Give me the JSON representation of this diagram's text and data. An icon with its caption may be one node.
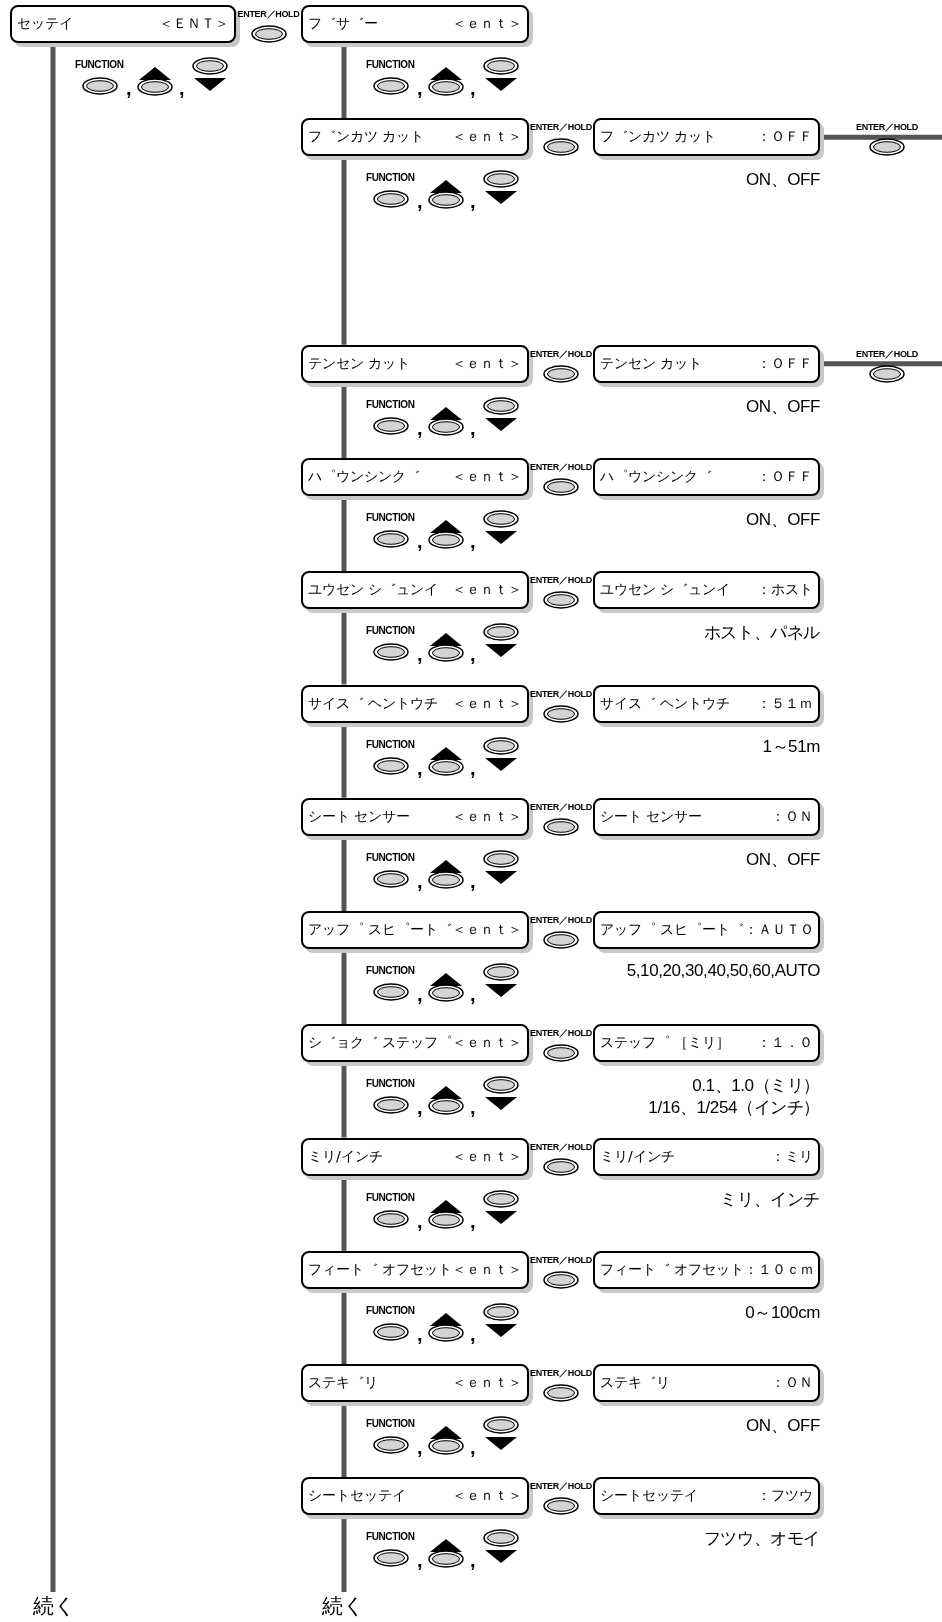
{
  "diagram": {
    "nodes": [
      {
        "text": [
          "セッテイ",
          "＜ＥＮＴ＞"
        ]
      },
      {
        "text": [
          "フ゛サ゛ー",
          "＜ｅｎｔ＞"
        ]
      },
      {
        "text": [
          "フ゛ンカツ カット",
          "＜ｅｎｔ＞"
        ]
      },
      {
        "text": [
          "フ゛ンカツ カット",
          "：ＯＦＦ"
        ],
        "beside": [
          "ON、OFF"
        ]
      },
      {
        "text": [
          "テンセン カット",
          "＜ｅｎｔ＞"
        ]
      },
      {
        "text": [
          "テンセン カット",
          "：ＯＦＦ"
        ],
        "beside": [
          "ON、OFF"
        ]
      },
      {
        "text": [
          "ハ゜ウンシンク゛",
          "＜ｅｎｔ＞"
        ]
      },
      {
        "text": [
          "ハ゜ウンシンク゛",
          "：ＯＦＦ"
        ],
        "beside": [
          "ON、OFF"
        ]
      },
      {
        "text": [
          "ユウセン シ゛ュンイ",
          "＜ｅｎｔ＞"
        ]
      },
      {
        "text": [
          "ユウセン シ゛ュンイ",
          "：ホスト"
        ],
        "beside": [
          "ホスト、パネル"
        ]
      },
      {
        "text": [
          "サイス゛ ヘントウチ",
          "＜ｅｎｔ＞"
        ]
      },
      {
        "text": [
          "サイス゛ ヘントウチ",
          "：５１ｍ"
        ],
        "beside": [
          "1～51m"
        ]
      },
      {
        "text": [
          "シート センサー",
          "＜ｅｎｔ＞"
        ]
      },
      {
        "text": [
          "シート センサー",
          "：ＯＮ"
        ],
        "beside": [
          "ON、OFF"
        ]
      },
      {
        "text": [
          "アッフ゜ スヒ゜ート゛",
          "＜ｅｎｔ＞"
        ]
      },
      {
        "text": [
          "アッフ゜ スヒ゜ート゛",
          "：ＡＵＴＯ"
        ],
        "beside": [
          "5,10,20,30,40,50,60,AUTO"
        ]
      },
      {
        "text": [
          "シ゛ョク゛ ステッフ゜",
          "＜ｅｎｔ＞"
        ]
      },
      {
        "text": [
          "ステッフ゜ ［ミリ］",
          "：１．０"
        ],
        "beside": [
          "0.1、1.0（ミリ）",
          "1/16、1/254（インチ）"
        ]
      },
      {
        "text": [
          "ミリ/インチ",
          "＜ｅｎｔ＞"
        ]
      },
      {
        "text": [
          "ミリ/インチ",
          "：ミリ"
        ],
        "beside": [
          "ミリ、インチ"
        ]
      },
      {
        "text": [
          "フィート゛ オフセット",
          "＜ｅｎｔ＞"
        ]
      },
      {
        "text": [
          "フィート゛ オフセット：",
          "１０ｃｍ"
        ],
        "beside": [
          "0～100cm"
        ]
      },
      {
        "text": [
          "ステキ゛リ",
          "＜ｅｎｔ＞"
        ]
      },
      {
        "text": [
          "ステキ゛リ",
          "：ＯＮ"
        ],
        "beside": [
          "ON、OFF"
        ]
      },
      {
        "text": [
          "シートセッテイ",
          "＜ｅｎｔ＞"
        ]
      },
      {
        "text": [
          "シートセッテイ",
          "：フツウ"
        ],
        "beside": [
          "フツウ、オモイ"
        ]
      },
      {
        "text": [
          "続く"
        ]
      },
      {
        "text": [
          "続く"
        ]
      }
    ],
    "edges": [
      {
        "from": 0,
        "to": 26,
        "arrow": "none"
      },
      {
        "from": 1,
        "to": 2,
        "arrow": "none"
      },
      {
        "from": 2,
        "to": 4,
        "arrow": "none"
      },
      {
        "from": 4,
        "to": 6,
        "arrow": "none"
      },
      {
        "from": 6,
        "to": 8,
        "arrow": "none"
      },
      {
        "from": 8,
        "to": 10,
        "arrow": "none"
      },
      {
        "from": 10,
        "to": 12,
        "arrow": "none"
      },
      {
        "from": 12,
        "to": 14,
        "arrow": "none"
      },
      {
        "from": 14,
        "to": 16,
        "arrow": "none"
      },
      {
        "from": 16,
        "to": 18,
        "arrow": "none"
      },
      {
        "from": 18,
        "to": 20,
        "arrow": "none"
      },
      {
        "from": 20,
        "to": 22,
        "arrow": "none"
      },
      {
        "from": 22,
        "to": 24,
        "arrow": "none"
      },
      {
        "from": 24,
        "to": 27,
        "arrow": "none"
      },
      {
        "from": 3,
        "to": null,
        "arrow": "none"
      },
      {
        "from": 5,
        "to": null,
        "arrow": "none"
      }
    ],
    "labels": [
      "ENTER／HOLD",
      "FUNCTION",
      ",",
      ",",
      "FUNCTION",
      ",",
      ",",
      "ENTER／HOLD",
      "ENTER／HOLD",
      "FUNCTION",
      ",",
      ",",
      "ENTER／HOLD",
      "ENTER／HOLD",
      "FUNCTION",
      ",",
      ",",
      "ENTER／HOLD",
      "FUNCTION",
      ",",
      ",",
      "ENTER／HOLD",
      "FUNCTION",
      ",",
      ",",
      "ENTER／HOLD",
      "FUNCTION",
      ",",
      ",",
      "ENTER／HOLD",
      "FUNCTION",
      ",",
      ",",
      "ENTER／HOLD",
      "FUNCTION",
      ",",
      ",",
      "ENTER／HOLD",
      "FUNCTION",
      ",",
      ",",
      "ENTER／HOLD",
      "FUNCTION",
      ",",
      ",",
      "ENTER／HOLD",
      "FUNCTION",
      ",",
      ",",
      "ENTER／HOLD",
      "FUNCTION",
      ",",
      ",",
      "ENTER／HOLD",
      "FUNCTION",
      ",",
      ","
    ]
  }
}
